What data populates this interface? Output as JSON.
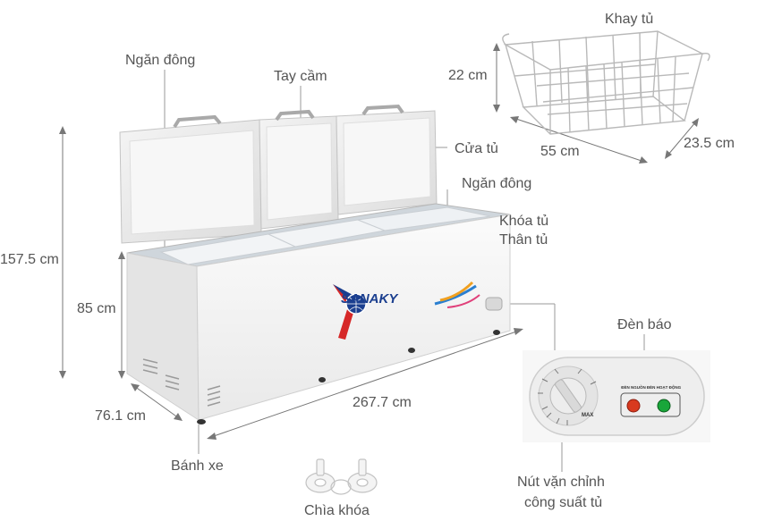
{
  "labels": {
    "freezer_compartment_top": "Ngăn đông",
    "handle": "Tay cầm",
    "door": "Cửa tủ",
    "freezer_compartment_right": "Ngăn đông",
    "lock": "Khóa tủ",
    "body": "Thân tủ",
    "basket": "Khay tủ",
    "indicator_lights": "Đèn báo",
    "wheels": "Bánh xe",
    "keys": "Chìa khóa",
    "knob_line1": "Nút vặn chỉnh",
    "knob_line2": "công suất tủ"
  },
  "dimensions": {
    "total_height": "157.5 cm",
    "body_height": "85 cm",
    "depth": "76.1 cm",
    "width": "267.7 cm",
    "basket_height": "22 cm",
    "basket_width": "55 cm",
    "basket_depth": "23.5 cm"
  },
  "product": {
    "brand": "SANAKY"
  },
  "control_panel": {
    "max_label": "MAX",
    "power_light": "ĐÈN NGUỒN",
    "run_light": "ĐÈN HOẠT ĐỘNG"
  },
  "colors": {
    "indicator_red": "#d83a1f",
    "indicator_green": "#19a63a",
    "brand_blue": "#1b3f8f",
    "brand_red": "#d62828"
  }
}
